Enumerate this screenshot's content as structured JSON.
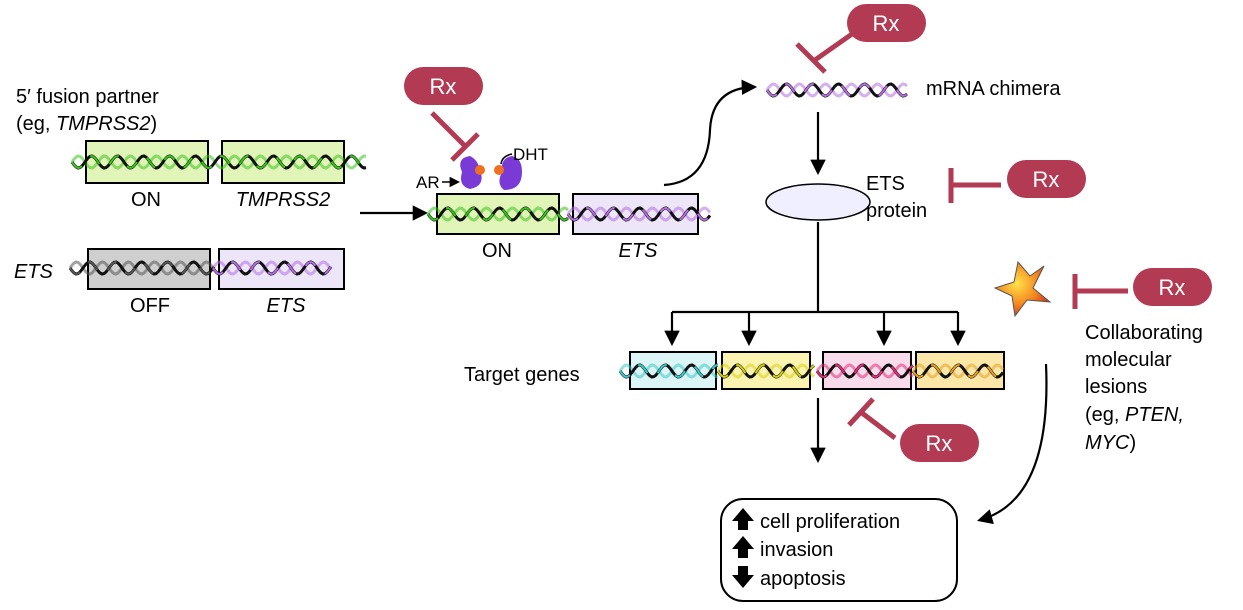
{
  "labels": {
    "fusion_partner_1": "5′ fusion partner",
    "fusion_partner_2_prefix": "(eg, ",
    "fusion_partner_2_gene": "TMPRSS2",
    "fusion_partner_2_suffix": ")",
    "on_1": "ON",
    "tmprss2": "TMPRSS2",
    "ets_left": "ETS",
    "off": "OFF",
    "ets_box": "ETS",
    "ar": "AR",
    "dht": "DHT",
    "on_2": "ON",
    "ets_fused": "ETS",
    "mrna_chimera": "mRNA chimera",
    "ets_protein_1": "ETS",
    "ets_protein_2": "protein",
    "target_genes": "Target genes",
    "collab_1": "Collaborating",
    "collab_2": "molecular",
    "collab_3": "lesions",
    "collab_4_prefix": "(eg, ",
    "collab_4_gene": "PTEN,",
    "collab_5_gene": "MYC",
    "collab_5_suffix": ")",
    "outcome_1": "cell proliferation",
    "outcome_2": "invasion",
    "outcome_3": "apoptosis"
  },
  "rx_label": "Rx",
  "colors": {
    "rx": "#b23a52",
    "green_box": "#e2f5b8",
    "gray_box": "#cfcfcf",
    "lavender_box": "#ece6f8",
    "cyan_box": "#dcf5f7",
    "yellow_box": "#fbf3b0",
    "pink_box": "#f9dcec",
    "orange_box": "#fbe7a8",
    "green_wave": "#39c21c",
    "purple_wave": "#b56ee0",
    "ar_protein": "#7a3ad6",
    "dht_dot": "#f07020",
    "ellipse": "#efefff"
  }
}
